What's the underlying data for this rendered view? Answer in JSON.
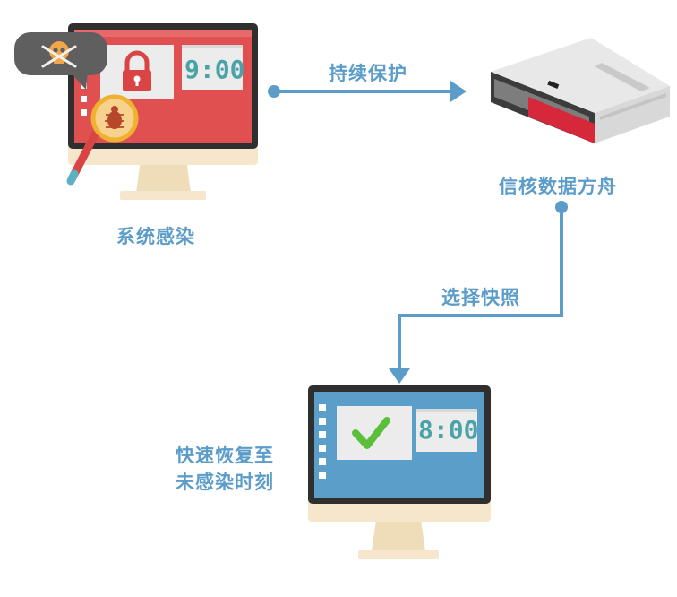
{
  "infected_monitor": {
    "caption": "系统感染",
    "clock": "9:00"
  },
  "server": {
    "caption": "信核数据方舟"
  },
  "clean_monitor": {
    "caption_line1": "快速恢复至",
    "caption_line2": "未感染时刻",
    "clock": "8:00"
  },
  "arrows": {
    "protect_label": "持续保护",
    "snapshot_label": "选择快照"
  },
  "colors": {
    "accent": "#5b9cc9",
    "infected_screen": "#e05050",
    "clean_screen": "#5b9ec9",
    "bezel": "#2f2f2f",
    "stand": "#f5e6cc",
    "check": "#5cbf3b",
    "lens_ring": "#f0b030"
  },
  "icons": [
    "lock-icon",
    "skull-icon",
    "bug-icon",
    "magnifier-icon",
    "checkmark-icon",
    "server-icon"
  ]
}
